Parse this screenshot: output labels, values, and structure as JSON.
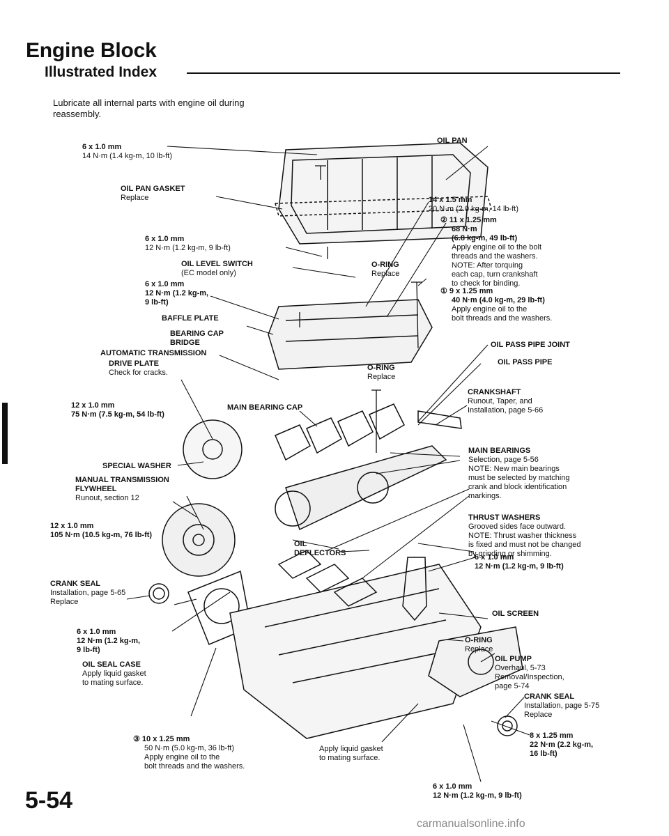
{
  "page": {
    "title": "Engine Block",
    "subtitle": "Illustrated Index",
    "intro": "Lubricate all internal parts with engine oil during reassembly.",
    "page_number": "5-54",
    "watermark": "carmanualsonline.info"
  },
  "labels": {
    "oil_pan": {
      "h": "OIL PAN",
      "t": []
    },
    "bolt_6x1_14nm": {
      "h": "6 x 1.0 mm",
      "t": [
        "14 N·m (1.4 kg-m, 10 lb-ft)"
      ]
    },
    "oil_pan_gasket": {
      "h": "OIL PAN GASKET",
      "t": [
        "Replace"
      ]
    },
    "bolt_14x15": {
      "h": "14 x 1.5 mm",
      "t": [
        "20 N·m (2.0 kg-m, 14 lb-ft)"
      ]
    },
    "bolt_11x125": {
      "h": "② 11 x 1.25 mm",
      "t": [
        "68 N·m",
        "(6.8 kg-m, 49 lb-ft)",
        "Apply engine oil to the bolt",
        "threads and the washers.",
        "NOTE: After torquing",
        "each cap, turn crankshaft",
        "to check for binding."
      ]
    },
    "bolt_6x1_12nm_a": {
      "h": "6 x 1.0 mm",
      "t": [
        "12 N·m (1.2 kg-m, 9 lb-ft)"
      ]
    },
    "oil_level_switch": {
      "h": "OIL LEVEL SWITCH",
      "t": [
        "(EC model only)"
      ]
    },
    "oring_top": {
      "h": "O-RING",
      "t": [
        "Replace"
      ]
    },
    "bolt_9x125": {
      "h": "① 9 x 1.25 mm",
      "t": [
        "40 N·m (4.0 kg-m, 29 lb-ft)",
        "Apply engine oil to the",
        "bolt threads and the washers."
      ]
    },
    "bolt_6x1_12nm_b": {
      "h": "6 x 1.0 mm",
      "t": [
        "12 N·m (1.2 kg-m,",
        "9 lb-ft)"
      ]
    },
    "baffle_plate": {
      "h": "BAFFLE PLATE",
      "t": []
    },
    "bearing_cap_bridge": {
      "h": "BEARING CAP",
      "t": [
        "BRIDGE"
      ]
    },
    "automatic_transmission": {
      "h": "AUTOMATIC TRANSMISSION",
      "t": []
    },
    "drive_plate": {
      "h": "DRIVE PLATE",
      "t": [
        "Check for cracks."
      ]
    },
    "oil_pass_pipe_joint": {
      "h": "OIL PASS PIPE JOINT",
      "t": []
    },
    "oil_pass_pipe": {
      "h": "OIL PASS PIPE",
      "t": []
    },
    "oring_mid": {
      "h": "O-RING",
      "t": [
        "Replace"
      ]
    },
    "crankshaft": {
      "h": "CRANKSHAFT",
      "t": [
        "Runout, Taper, and",
        "Installation, page 5-66"
      ]
    },
    "bolt_12x1_75nm": {
      "h": "12 x 1.0 mm",
      "t": [
        "75 N·m (7.5 kg-m, 54 lb-ft)"
      ]
    },
    "main_bearing_cap": {
      "h": "MAIN BEARING CAP",
      "t": []
    },
    "main_bearings": {
      "h": "MAIN BEARINGS",
      "t": [
        "Selection, page 5-56",
        "NOTE: New main bearings",
        "must be selected by matching",
        "crank and block identification",
        "markings."
      ]
    },
    "special_washer": {
      "h": "SPECIAL WASHER",
      "t": []
    },
    "manual_transmission": {
      "h": "MANUAL TRANSMISSION",
      "t": []
    },
    "flywheel": {
      "h": "FLYWHEEL",
      "t": [
        "Runout, section 12"
      ]
    },
    "thrust_washers": {
      "h": "THRUST WASHERS",
      "t": [
        "Grooved sides face outward.",
        "NOTE: Thrust washer thickness",
        "is fixed and must not be changed",
        "by grinding or shimming."
      ]
    },
    "bolt_12x1_105nm": {
      "h": "12 x 1.0 mm",
      "t": [
        "105 N·m (10.5 kg-m, 76 lb-ft)"
      ]
    },
    "oil_deflectors": {
      "h": "OIL",
      "t": [
        "DEFLECTORS"
      ]
    },
    "crank_seal_left": {
      "h": "CRANK SEAL",
      "t": [
        "Installation, page 5-65",
        "Replace"
      ]
    },
    "bolt_6x1_12nm_c": {
      "h": "6 x 1.0 mm",
      "t": [
        "12 N·m (1.2 kg-m, 9 lb-ft)"
      ]
    },
    "bolt_6x1_12nm_d": {
      "h": "6 x 1.0 mm",
      "t": [
        "12 N·m (1.2 kg-m,",
        "9 lb-ft)"
      ]
    },
    "oil_screen": {
      "h": "OIL SCREEN",
      "t": []
    },
    "oring_bottom": {
      "h": "O-RING",
      "t": [
        "Replace"
      ]
    },
    "oil_seal_case": {
      "h": "OIL SEAL CASE",
      "t": [
        "Apply liquid gasket",
        "to mating surface."
      ]
    },
    "oil_pump": {
      "h": "OIL PUMP",
      "t": [
        "Overhaul, 5-73",
        "Removal/Inspection,",
        "page 5-74"
      ]
    },
    "crank_seal_right": {
      "h": "CRANK SEAL",
      "t": [
        "Installation, page 5-75",
        "Replace"
      ]
    },
    "bolt_10x125": {
      "h": "③ 10 x 1.25 mm",
      "t": [
        "50 N·m (5.0 kg-m, 36 lb-ft)",
        "Apply engine oil to the",
        "bolt threads and the washers."
      ]
    },
    "apply_liquid_gasket": {
      "h": "",
      "t": [
        "Apply liquid gasket",
        "to mating surface."
      ]
    },
    "bolt_8x125": {
      "h": "8 x 1.25 mm",
      "t": [
        "22 N·m (2.2 kg-m,",
        "16 lb-ft)"
      ]
    },
    "bolt_6x1_12nm_e": {
      "h": "6 x 1.0 mm",
      "t": [
        "12 N·m (1.2 kg-m, 9 lb-ft)"
      ]
    }
  }
}
